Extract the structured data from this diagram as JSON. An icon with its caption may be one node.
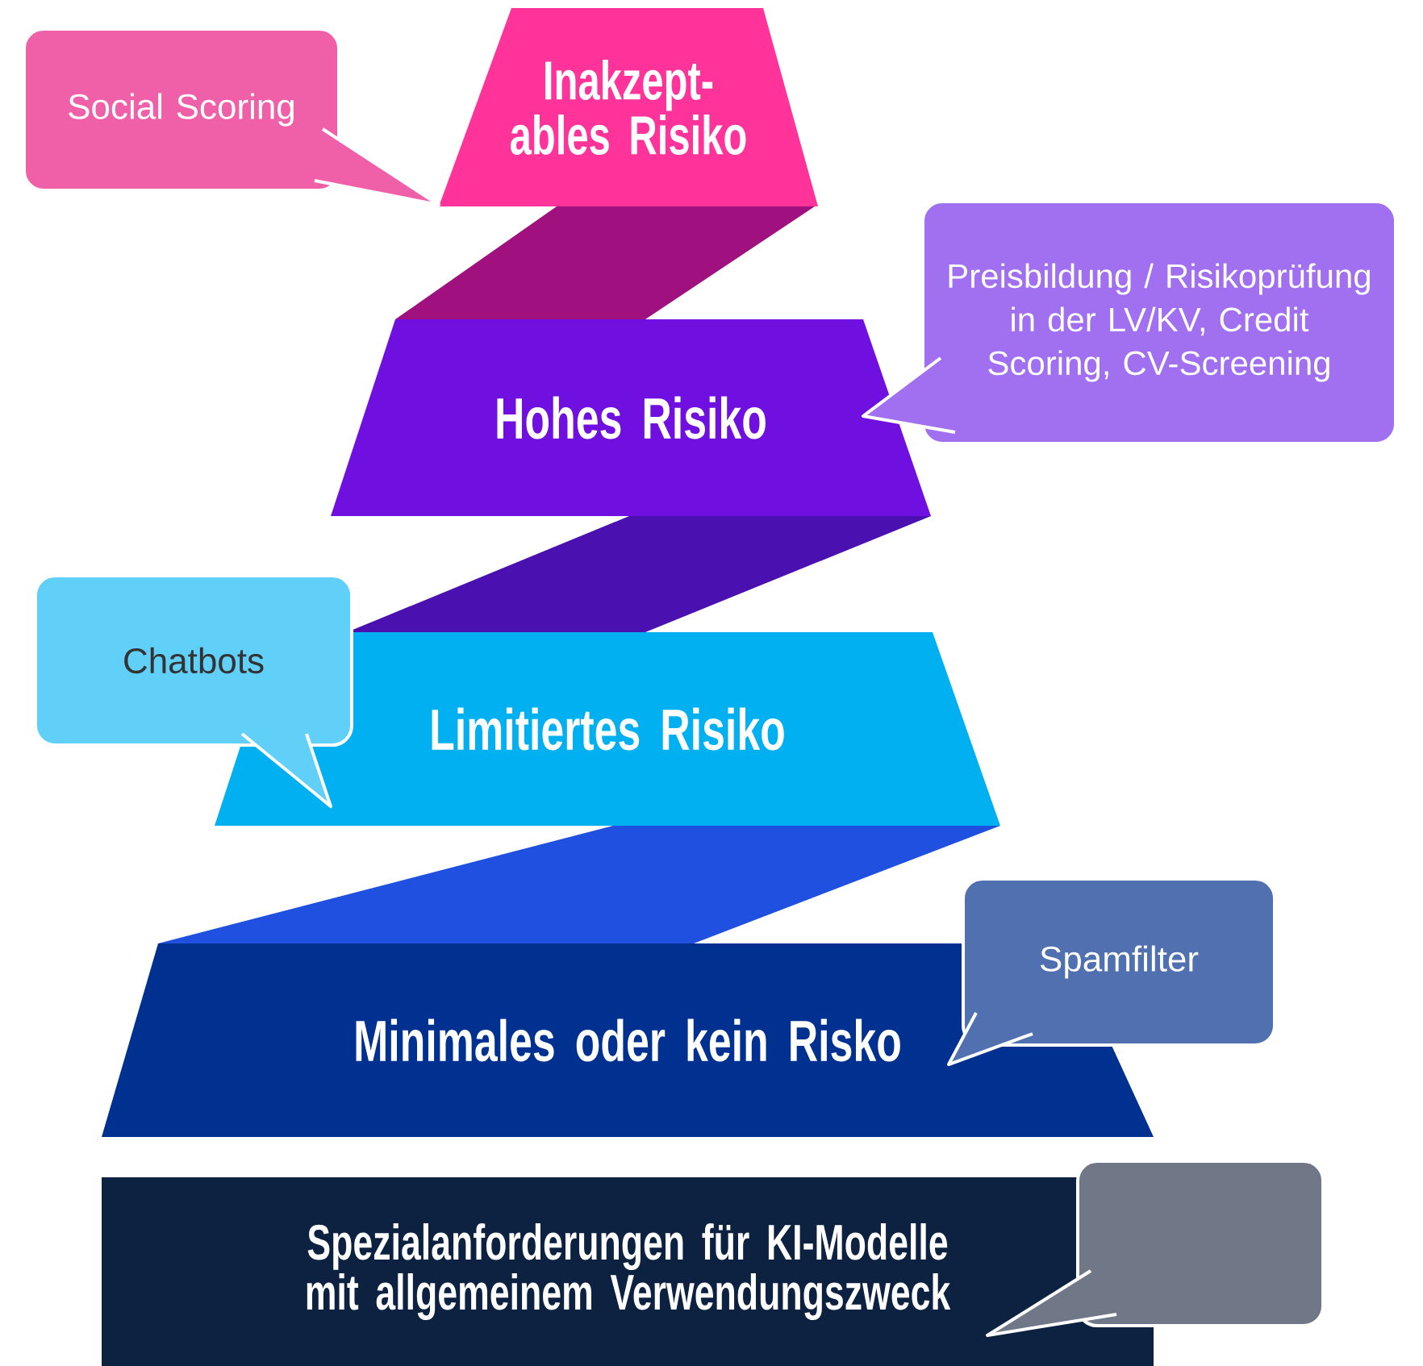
{
  "diagram": {
    "nodes": [
      {
        "text": [
          "Social Scoring"
        ]
      },
      {
        "text": [
          "Inakzept- ables Risiko"
        ]
      },
      {
        "text": [
          "Preisbildung / Risikoprüfung in der LV/KV, Credit Scoring, CV-Screening"
        ]
      },
      {
        "text": [
          "Hohes Risiko"
        ]
      },
      {
        "text": [
          "Chatbots"
        ]
      },
      {
        "text": [
          "Limitiertes Risiko"
        ]
      },
      {
        "text": [
          "Spamfilter"
        ]
      },
      {
        "text": [
          "Minimales oder kein Risko"
        ]
      },
      {
        "text": [
          "Spezialanforderungen für KI-Modelle mit allgemeinem Verwendungszweck"
        ]
      },
      {
        "text": [],
        "shape": "box"
      }
    ]
  }
}
